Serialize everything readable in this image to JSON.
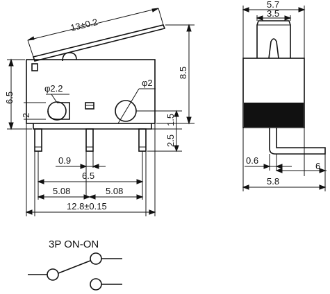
{
  "front_view": {
    "lever_length": "13±0.2",
    "height_total": "8.5",
    "body_height": "6.5",
    "hole_small": "φ2.2",
    "hole_large": "φ2",
    "hole_offset": "2",
    "pin_gap_right": "1.5",
    "pin_height": "2.5",
    "pin_width": "0.9",
    "pitch_mid": "6.5",
    "pitch_left": "5.08",
    "pitch_right": "5.08",
    "body_length": "12.8±0.15"
  },
  "side_view": {
    "width_total": "5.7",
    "width_top": "3.5",
    "pin_thickness": "0.6",
    "pin_extent": "6",
    "base_width": "5.8"
  },
  "schematic": {
    "title": "3P  ON-ON"
  }
}
